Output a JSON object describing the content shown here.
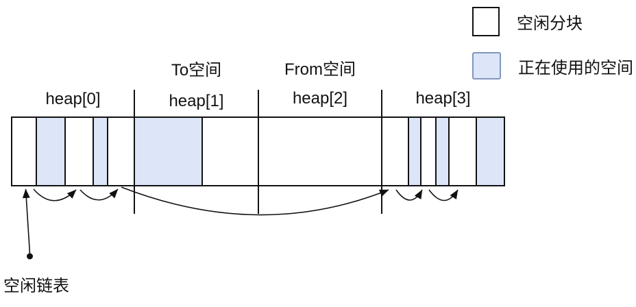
{
  "legend": {
    "items": [
      {
        "name": "free",
        "label": "空闲分块"
      },
      {
        "name": "used",
        "label": "正在使用的空间"
      }
    ]
  },
  "labels": {
    "to_space": "To空间",
    "from_space": "From空间",
    "free_list": "空闲链表"
  },
  "colors": {
    "used_fill": "#dce6f8",
    "used_border": "#8096bd",
    "free_fill": "#ffffff",
    "line": "#111111"
  },
  "heaps": [
    {
      "label": "heap[0]",
      "segments": [
        {
          "state": "free",
          "w": 36
        },
        {
          "state": "used",
          "w": 42
        },
        {
          "state": "free",
          "w": 41
        },
        {
          "state": "used",
          "w": 21
        },
        {
          "state": "free",
          "w": 39
        }
      ]
    },
    {
      "label": "heap[1]",
      "segments": [
        {
          "state": "used",
          "w": 99
        },
        {
          "state": "free",
          "w": 82
        }
      ]
    },
    {
      "label": "heap[2]",
      "segments": [
        {
          "state": "free",
          "w": 180
        }
      ]
    },
    {
      "label": "heap[3]",
      "segments": [
        {
          "state": "free",
          "w": 39
        },
        {
          "state": "used",
          "w": 18
        },
        {
          "state": "free",
          "w": 22
        },
        {
          "state": "used",
          "w": 19
        },
        {
          "state": "free",
          "w": 40
        },
        {
          "state": "used",
          "w": 41
        }
      ]
    }
  ]
}
